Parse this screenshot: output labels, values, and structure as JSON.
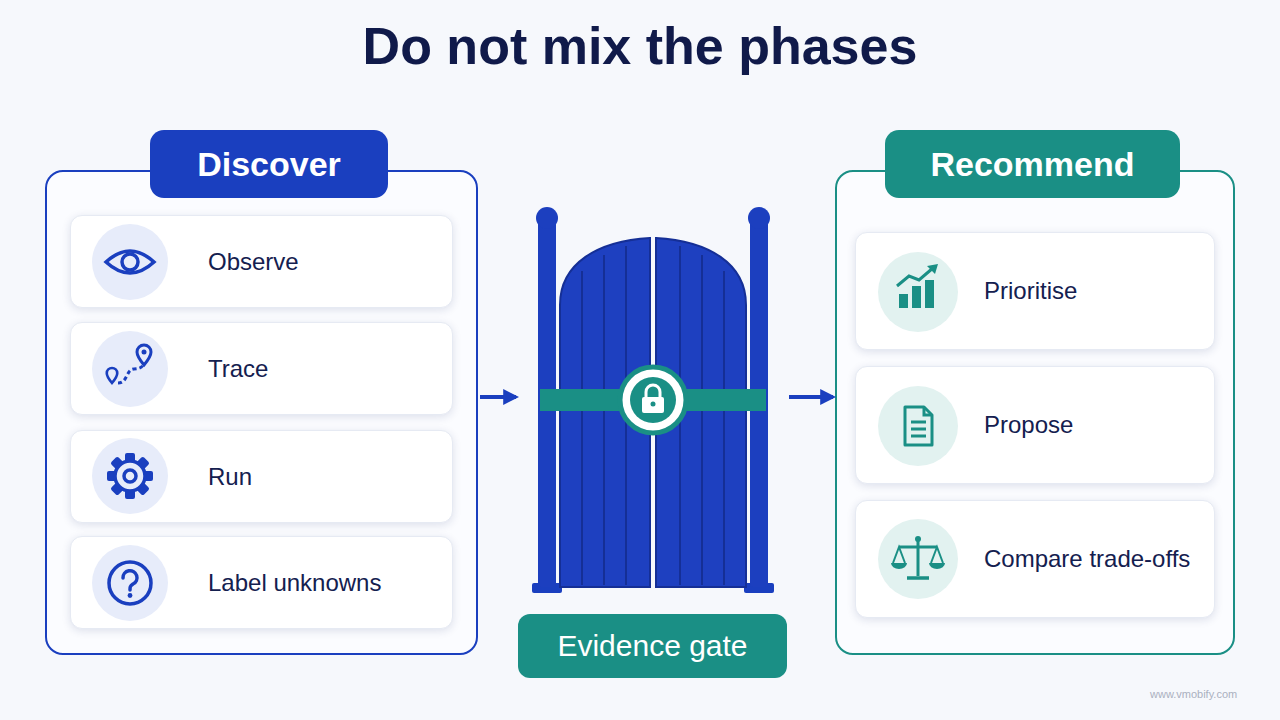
{
  "diagram": {
    "title": "Do not mix the phases",
    "nodes": [
      {
        "text": [
          "Discover"
        ]
      },
      {
        "text": [
          "Observe"
        ],
        "in": 0
      },
      {
        "text": [
          "Trace"
        ],
        "in": 0
      },
      {
        "text": [
          "Run"
        ],
        "in": 0
      },
      {
        "text": [
          "Label unknowns"
        ],
        "in": 0
      },
      {
        "text": [
          "Evidence gate"
        ]
      },
      {
        "text": [
          "Recommend"
        ]
      },
      {
        "text": [
          "Prioritise"
        ],
        "in": 6
      },
      {
        "text": [
          "Propose"
        ],
        "in": 6
      },
      {
        "text": [
          "Compare trade-offs"
        ],
        "in": 6
      }
    ],
    "edges": [
      {
        "from": 0,
        "to": 5,
        "arrow": "to"
      },
      {
        "from": 5,
        "to": 6,
        "arrow": "to"
      }
    ],
    "labels": [
      "www.vmobify.com"
    ]
  }
}
